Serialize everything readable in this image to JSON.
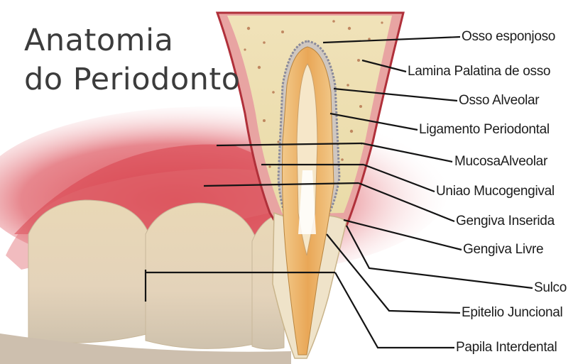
{
  "title": {
    "line1": "Anatomia",
    "line2": "do Periodonto"
  },
  "labels": [
    "Osso esponjoso",
    "Lamina Palatina de osso",
    "Osso Alveolar",
    "Ligamento Periodontal",
    "MucosaAlveolar",
    "Uniao Mucogengival",
    "Gengiva Inserida",
    "Gengiva Livre",
    "Sulco",
    "Epitelio Juncional",
    "Papila Interdental"
  ],
  "colors": {
    "gum": "#d9414a",
    "bone": "#eedcb0",
    "enamel": "#e9dac0",
    "pulp": "#d99a50",
    "line": "#141414"
  }
}
